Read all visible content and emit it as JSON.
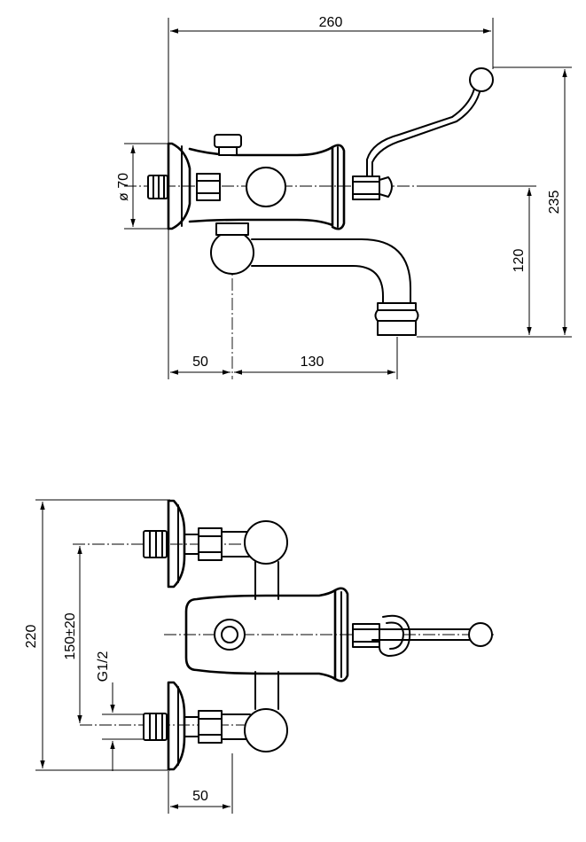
{
  "dimensions": {
    "top_width": "260",
    "top_height": "235",
    "spout_height": "120",
    "diameter": "ø 70",
    "top_offset": "50",
    "spout_reach": "130",
    "bottom_height": "220",
    "inlet_spacing": "150±20",
    "thread": "G1/2",
    "bottom_offset": "50"
  }
}
